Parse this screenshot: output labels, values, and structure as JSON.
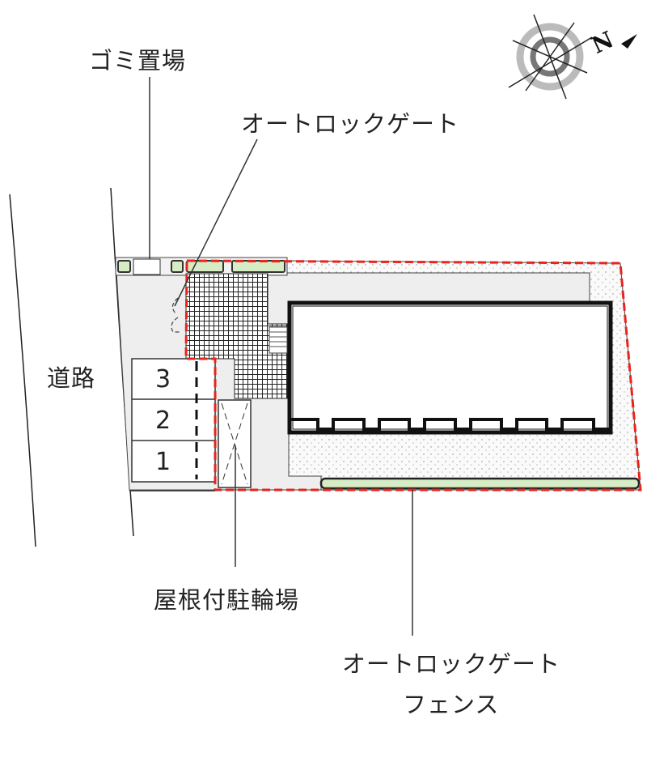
{
  "labels": {
    "garbage": "ゴミ置場",
    "autolock_gate_top": "オートロックゲート",
    "road": "道路",
    "bicycle_parking": "屋根付駐輪場",
    "autolock_gate_fence_line1": "オートロックゲート",
    "autolock_gate_fence_line2": "フェンス"
  },
  "parking_spaces": [
    "3",
    "2",
    "1"
  ],
  "compass": {
    "north_label": "N"
  },
  "colors": {
    "boundary": "#e8241c",
    "planting": "#d6ecc4",
    "paved": "#eeeeee",
    "line": "#222222"
  }
}
